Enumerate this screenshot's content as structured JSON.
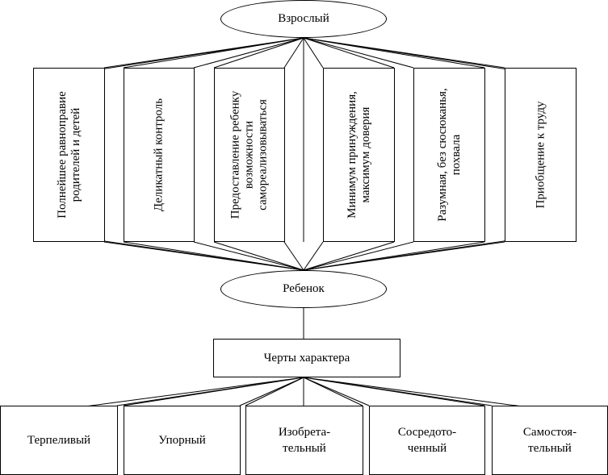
{
  "adult": {
    "label": "Взрослый"
  },
  "principles": [
    {
      "label": "Полнейшее равноправие родителей и детей"
    },
    {
      "label": "Деликатный контроль"
    },
    {
      "label": "Предоставление ребенку возможности самореализовываться"
    },
    {
      "label": "Минимум принуждения, максимум доверия"
    },
    {
      "label": "Разумная, без сюсюканья, похвала"
    },
    {
      "label": "Приобщение к труду"
    }
  ],
  "child": {
    "label": "Ребенок"
  },
  "character": {
    "label": "Черты характера"
  },
  "traits": [
    {
      "label": "Терпеливый"
    },
    {
      "label": "Упорный"
    },
    {
      "label": "Изобрета-\nтельный"
    },
    {
      "label": "Сосредото-\nченный"
    },
    {
      "label": "Самостоя-\nтельный"
    }
  ]
}
